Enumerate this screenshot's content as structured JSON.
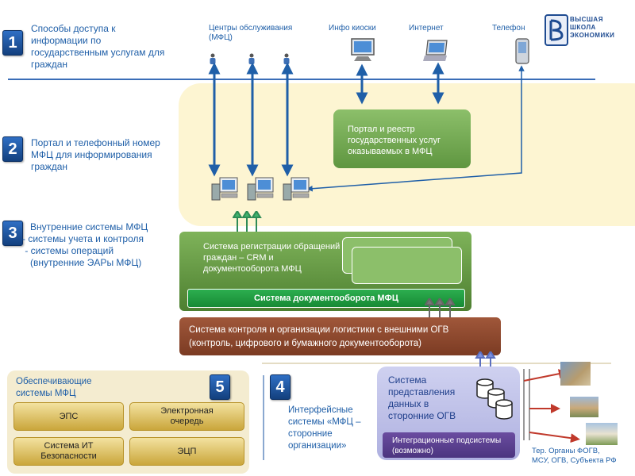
{
  "logo": {
    "lines": [
      "ВЫСШАЯ",
      "ШКОЛА",
      "ЭКОНОМИКИ"
    ]
  },
  "sections": [
    {
      "num": "1",
      "text": "Способы доступа к информации по государственным услугам для граждан"
    },
    {
      "num": "2",
      "text": "Портал и телефонный номер  МФЦ для информирования граждан"
    },
    {
      "num": "3",
      "lines": [
        "Внутренние системы МФЦ",
        "- системы  учета и контроля",
        " - системы операций",
        "(внутренние ЭАРы МФЦ)"
      ]
    },
    {
      "num": "4",
      "text": "Интерфейсные системы «МФЦ – сторонние организации»"
    },
    {
      "num": "5",
      "text": "Обеспечивающие системы МФЦ"
    }
  ],
  "access_channels": [
    "Центры обслуживания (МФЦ)",
    "Инфо киоски",
    "Интернет",
    "Телефон"
  ],
  "portal_box": "Портал и реестр государственных услуг оказываемых в МФЦ",
  "crm_box": "Система регистрации обращений граждан – CRM и документооборота МФЦ",
  "docflow_bar": "Система документооборота МФЦ",
  "logistics_box": "Система контроля и организации логистики с внешними ОГВ (контроль, цифрового и бумажного документооборота)",
  "support_buttons": [
    "ЭПС",
    "Электронная очередь",
    "Система  ИТ Безопасности",
    "ЭЦП"
  ],
  "external_box": {
    "title": "Система представления данных в сторонние ОГВ",
    "subtitle": "Интеграционные подсистемы (возможно)"
  },
  "territorial": "Тер. Органы ФОГВ, МСУ, ОГВ,  Субъекта РФ",
  "colors": {
    "blue_text": "#1f5fa8",
    "yellow_bg": "#fdf5d2",
    "green_box": "#6ea54a",
    "brown_box": "#8c4b30",
    "lilac_box": "#c7c9ec",
    "gold": "#caa63b",
    "badge": "#1a4a8c"
  }
}
